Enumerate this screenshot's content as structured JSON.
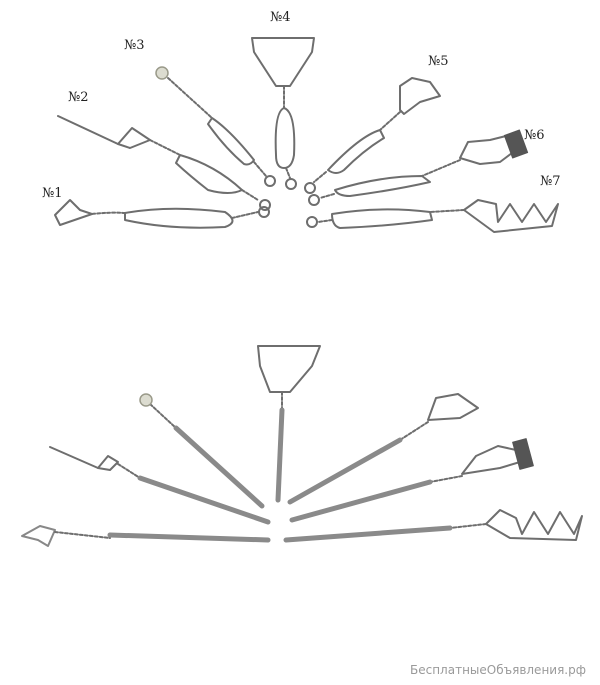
{
  "labels": {
    "n1": "№1",
    "n2": "№2",
    "n3": "№3",
    "n4": "№4",
    "n5": "№5",
    "n6": "№6",
    "n7": "№7"
  },
  "watermark": "БесплатныеОбъявления.рф",
  "colors": {
    "wire": "#6e6e6e",
    "handle": "#8a8a8a",
    "bead": "#dcdcd0"
  }
}
